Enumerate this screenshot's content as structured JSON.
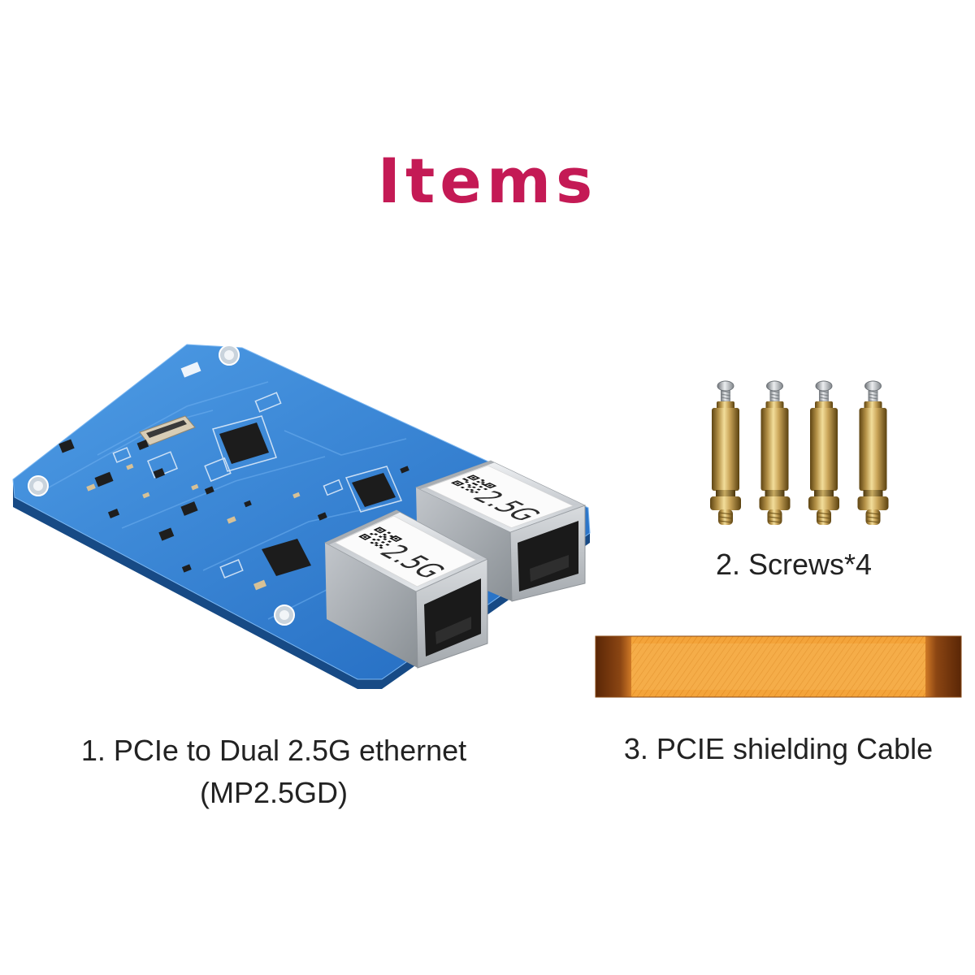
{
  "title": {
    "text": "Items",
    "color": "#c41a55"
  },
  "caption_color": "#222222",
  "items": [
    {
      "graphic_icon": "pcie-dual-ethernet-board-icon",
      "caption_line1": "1. PCIe to Dual 2.5G ethernet",
      "caption_line2": "(MP2.5GD)",
      "port_labels": [
        "2.5G",
        "2.5G"
      ]
    },
    {
      "graphic_icon": "brass-standoff-screw-icon",
      "caption": "2. Screws*4",
      "count": 4
    },
    {
      "graphic_icon": "flat-pcie-cable-icon",
      "caption": "3. PCIE shielding Cable"
    }
  ]
}
